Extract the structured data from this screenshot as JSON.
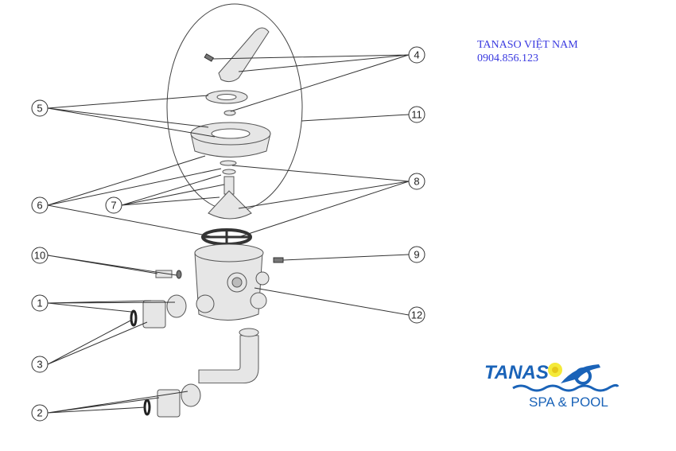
{
  "company": {
    "name": "TANASO VIỆT NAM",
    "phone": "0904.856.123"
  },
  "logo": {
    "word": "TANAS",
    "tagline": "SPA & POOL",
    "colors": {
      "blue": "#1a63b8",
      "flower": "#f4ea3a"
    }
  },
  "callouts": [
    {
      "id": "c4",
      "label": "4"
    },
    {
      "id": "c11",
      "label": "11"
    },
    {
      "id": "c8",
      "label": "8"
    },
    {
      "id": "c9",
      "label": "9"
    },
    {
      "id": "c12",
      "label": "12"
    },
    {
      "id": "c5",
      "label": "5"
    },
    {
      "id": "c6",
      "label": "6"
    },
    {
      "id": "c7",
      "label": "7"
    },
    {
      "id": "c10",
      "label": "10"
    },
    {
      "id": "c1",
      "label": "1"
    },
    {
      "id": "c3",
      "label": "3"
    },
    {
      "id": "c2",
      "label": "2"
    }
  ]
}
